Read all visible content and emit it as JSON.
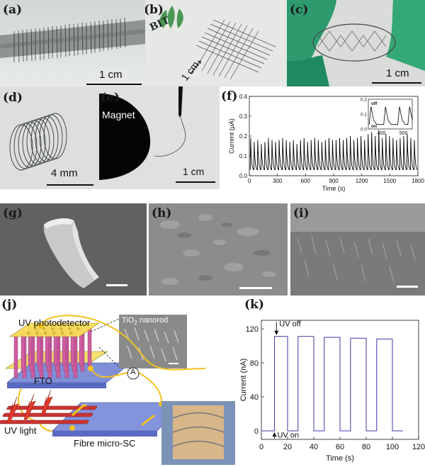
{
  "panels": {
    "a": {
      "label": "(a)",
      "scale": "1 cm"
    },
    "b": {
      "label": "(b)",
      "logo": "BIT",
      "scale": "1 cm"
    },
    "c": {
      "label": "(c)",
      "scale": "1 cm"
    },
    "d": {
      "label": "(d)",
      "scale": "4 mm"
    },
    "e": {
      "label": "(e)",
      "magnet": "Magnet",
      "scale": "1 cm"
    },
    "f": {
      "label": "(f)"
    },
    "g": {
      "label": "(g)"
    },
    "h": {
      "label": "(h)"
    },
    "i": {
      "label": "(i)"
    },
    "j": {
      "label": "(j)",
      "uv_photodetector": "UV photodetector",
      "tio2": "TiO",
      "tio2_sub": "2",
      "tio2_suffix": " nanorod",
      "fto": "FTO",
      "uv_light": "UV light",
      "fibre": "Fibre micro-SC",
      "ammeter": "A"
    },
    "k": {
      "label": "(k)"
    }
  },
  "chart_data": [
    {
      "type": "line",
      "panel": "f",
      "xlabel": "Time (s)",
      "ylabel": "Current (µA)",
      "xlim": [
        0,
        1800
      ],
      "ylim": [
        0,
        0.4
      ],
      "xticks": [
        0,
        300,
        600,
        900,
        1200,
        1500,
        1800
      ],
      "yticks": [
        0.0,
        0.1,
        0.2,
        0.3,
        0.4
      ],
      "ytick_labels": [
        "0.0",
        "0.1",
        "0.2",
        "0.3",
        "0.4"
      ],
      "period_s": 38,
      "peak_values": [
        0.19,
        0.17,
        0.18,
        0.16,
        0.17,
        0.19,
        0.18,
        0.17,
        0.18,
        0.19,
        0.18,
        0.17,
        0.18,
        0.16,
        0.18,
        0.19,
        0.17,
        0.18,
        0.19,
        0.18,
        0.17,
        0.18,
        0.19,
        0.18,
        0.18,
        0.19,
        0.18,
        0.19,
        0.2,
        0.18,
        0.19,
        0.2,
        0.18,
        0.21,
        0.22,
        0.2,
        0.23,
        0.19,
        0.21,
        0.2,
        0.19,
        0.18,
        0.19,
        0.2,
        0.21,
        0.19,
        0.18
      ],
      "baseline": 0.03,
      "inset": {
        "xlim": [
          340,
          540
        ],
        "ylim": [
          0,
          0.2
        ],
        "xticks": [
          400,
          500
        ],
        "yticks": [
          0.0,
          0.1,
          0.2
        ],
        "ytick_labels": [
          "0.0",
          "0.1",
          "0.2"
        ],
        "peaks_x": [
          352,
          418,
          482,
          528
        ],
        "peak_value": 0.15,
        "annotations": {
          "off": "off",
          "on": "on"
        }
      }
    },
    {
      "type": "line",
      "panel": "k",
      "xlabel": "Time (s)",
      "ylabel": "Current (nA)",
      "xlim": [
        0,
        120
      ],
      "ylim": [
        -10,
        130
      ],
      "xticks": [
        0,
        20,
        40,
        60,
        80,
        100,
        120
      ],
      "yticks": [
        0,
        40,
        80,
        120
      ],
      "pulses": [
        {
          "start": 10,
          "end": 20,
          "value": 111
        },
        {
          "start": 28,
          "end": 40,
          "value": 111
        },
        {
          "start": 48,
          "end": 60,
          "value": 110
        },
        {
          "start": 68,
          "end": 80,
          "value": 109
        },
        {
          "start": 88,
          "end": 100,
          "value": 108
        }
      ],
      "baseline": 0,
      "data_end": 108,
      "annotations": {
        "off": "UV off",
        "on": "UV on"
      }
    }
  ]
}
